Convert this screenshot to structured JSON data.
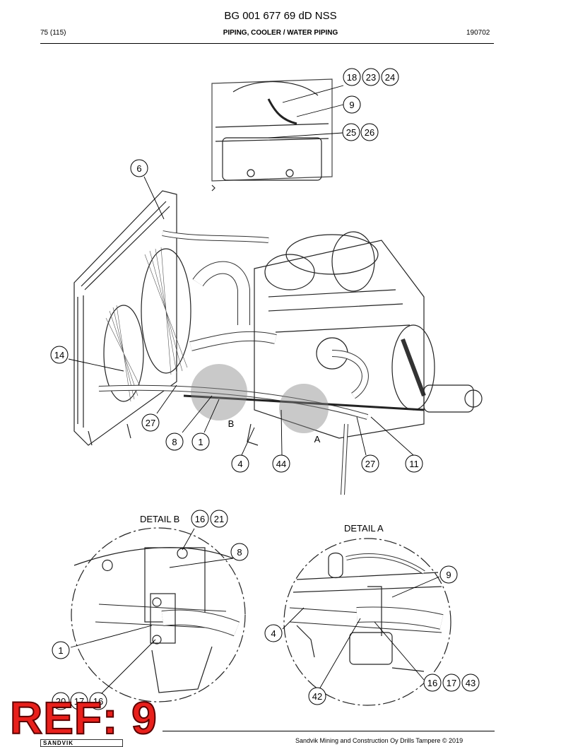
{
  "header": {
    "title": "BG 001 677 69 dD NSS",
    "page": "75 (115)",
    "section": "PIPING, COOLER / WATER PIPING",
    "date": "190702"
  },
  "main_view": {
    "callouts": [
      "18",
      "23",
      "24",
      "9",
      "25",
      "26",
      "6",
      "14",
      "27",
      "8",
      "1",
      "4",
      "44",
      "27",
      "11"
    ],
    "zone_labels": [
      "B",
      "A"
    ]
  },
  "detail_b": {
    "title": "DETAIL B",
    "callouts": [
      "16",
      "21",
      "8",
      "1",
      "20",
      "17",
      "16"
    ]
  },
  "detail_a": {
    "title": "DETAIL A",
    "callouts": [
      "9",
      "4",
      "42",
      "16",
      "17",
      "43"
    ]
  },
  "footer": {
    "text": "Sandvik Mining and Construction Oy Drills Tampere © 2019",
    "logo": "SANDVIK"
  },
  "overlay": {
    "ref": "REF: 9",
    "color": "#e8201c"
  }
}
